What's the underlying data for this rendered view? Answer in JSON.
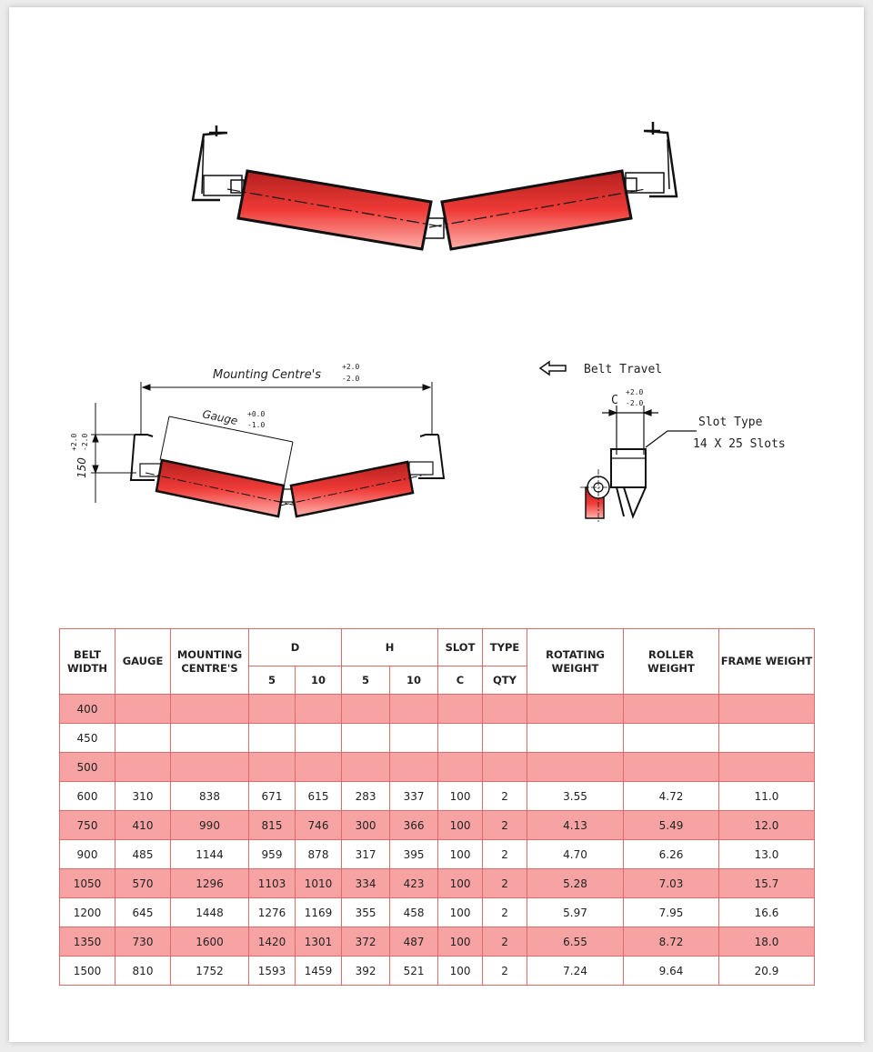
{
  "drawing": {
    "mounting_label": "Mounting Centre's",
    "mounting_tol_upper": "+2.0",
    "mounting_tol_lower": "-2.0",
    "gauge_label": "Gauge",
    "gauge_tol_upper": "+0.0",
    "gauge_tol_lower": "-1.0",
    "height_value": "150",
    "height_tol_upper": "+2.0",
    "height_tol_lower": "-2.0",
    "belt_travel_label": "Belt Travel",
    "slot_c_label": "C",
    "slot_c_tol_upper": "+2.0",
    "slot_c_tol_lower": "-2.0",
    "slot_type_label": "Slot Type",
    "slot_size_label": "14 X 25 Slots",
    "roller_color": "#e8302e"
  },
  "table": {
    "headers": {
      "belt_width": "BELT WIDTH",
      "gauge": "GAUGE",
      "mounting_centres": "MOUNTING CENTRE'S",
      "d": "D",
      "h": "H",
      "slot": "SLOT",
      "type": "TYPE",
      "rotating_weight": "ROTATING WEIGHT",
      "roller_weight": "ROLLER WEIGHT",
      "frame_weight": "FRAME WEIGHT",
      "d_5": "5",
      "d_10": "10",
      "h_5": "5",
      "h_10": "10",
      "slot_c": "C",
      "type_qty": "QTY"
    },
    "rows": [
      [
        "400",
        "",
        "",
        "",
        "",
        "",
        "",
        "",
        "",
        "",
        "",
        ""
      ],
      [
        "450",
        "",
        "",
        "",
        "",
        "",
        "",
        "",
        "",
        "",
        "",
        ""
      ],
      [
        "500",
        "",
        "",
        "",
        "",
        "",
        "",
        "",
        "",
        "",
        "",
        ""
      ],
      [
        "600",
        "310",
        "838",
        "671",
        "615",
        "283",
        "337",
        "100",
        "2",
        "3.55",
        "4.72",
        "11.0"
      ],
      [
        "750",
        "410",
        "990",
        "815",
        "746",
        "300",
        "366",
        "100",
        "2",
        "4.13",
        "5.49",
        "12.0"
      ],
      [
        "900",
        "485",
        "1144",
        "959",
        "878",
        "317",
        "395",
        "100",
        "2",
        "4.70",
        "6.26",
        "13.0"
      ],
      [
        "1050",
        "570",
        "1296",
        "1103",
        "1010",
        "334",
        "423",
        "100",
        "2",
        "5.28",
        "7.03",
        "15.7"
      ],
      [
        "1200",
        "645",
        "1448",
        "1276",
        "1169",
        "355",
        "458",
        "100",
        "2",
        "5.97",
        "7.95",
        "16.6"
      ],
      [
        "1350",
        "730",
        "1600",
        "1420",
        "1301",
        "372",
        "487",
        "100",
        "2",
        "6.55",
        "8.72",
        "18.0"
      ],
      [
        "1500",
        "810",
        "1752",
        "1593",
        "1459",
        "392",
        "521",
        "100",
        "2",
        "7.24",
        "9.64",
        "20.9"
      ]
    ]
  },
  "colors": {
    "row_highlight": "#f7a3a3",
    "border": "#e06a6a"
  }
}
